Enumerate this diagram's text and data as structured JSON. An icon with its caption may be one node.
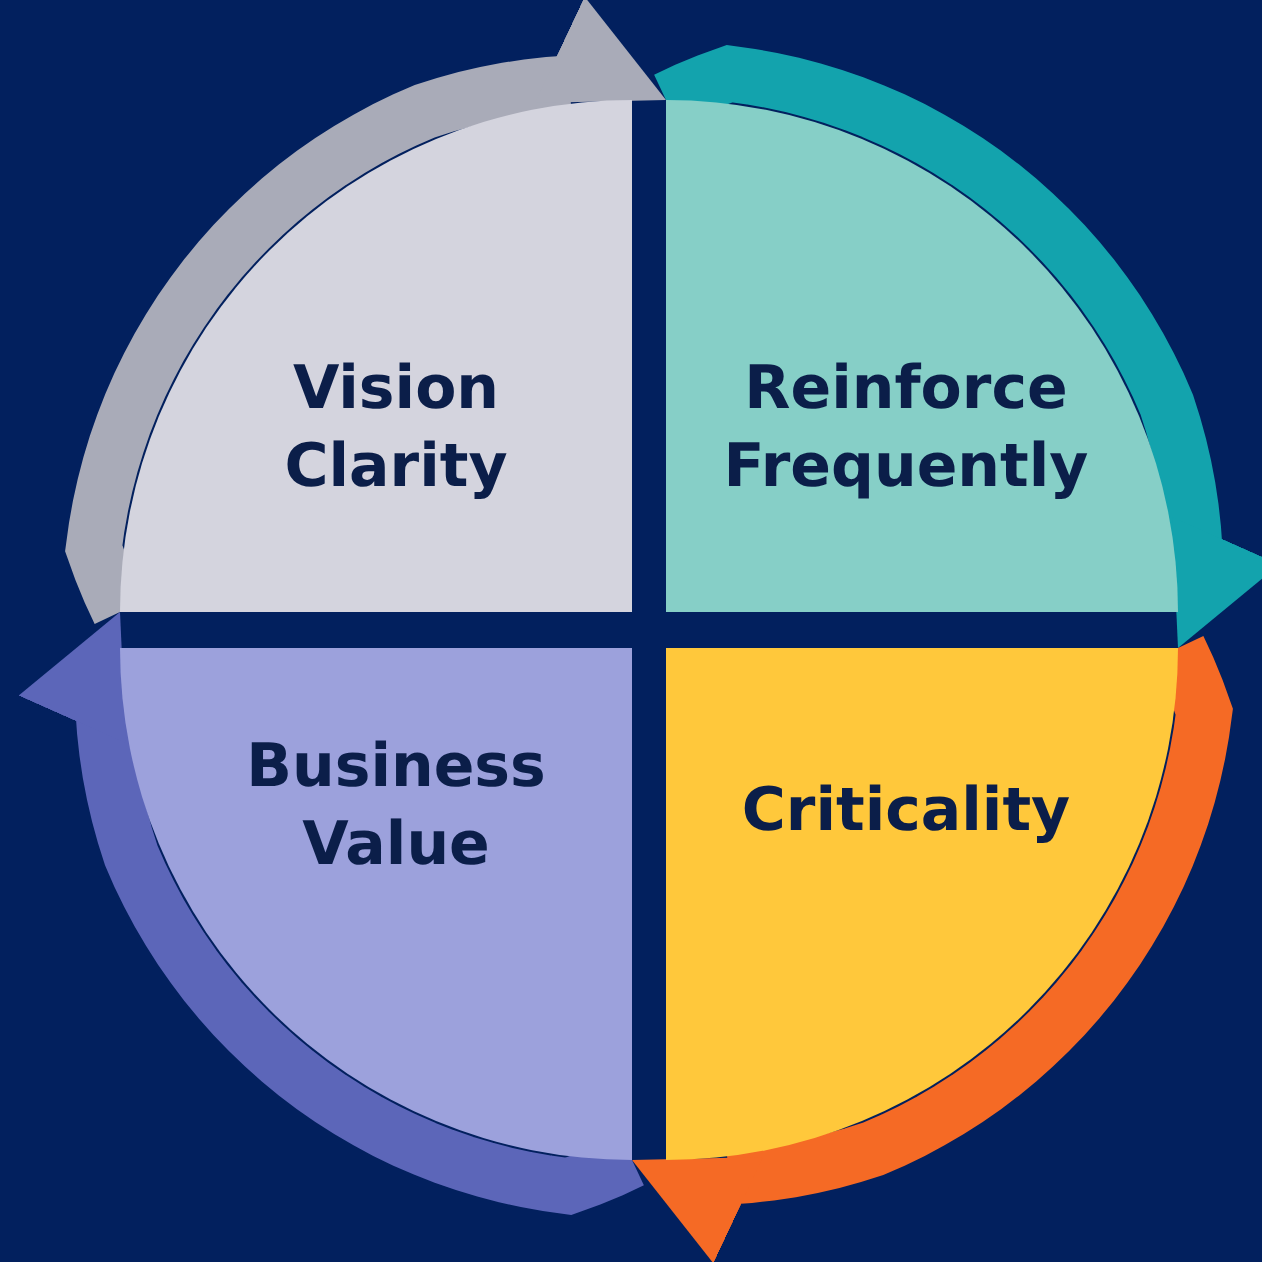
{
  "diagram": {
    "nodes": [
      {
        "text": [
          "Vision Clarity"
        ]
      },
      {
        "text": [
          "Reinforce Frequently"
        ]
      },
      {
        "text": [
          "Criticality"
        ]
      },
      {
        "text": [
          "Business Value"
        ]
      }
    ],
    "edges": [
      {
        "from": 0,
        "to": 1,
        "arrow": "to",
        "color": "#a9abb8"
      },
      {
        "from": 1,
        "to": 2,
        "arrow": "to",
        "color": "#13a3ad"
      },
      {
        "from": 2,
        "to": 3,
        "arrow": "to",
        "color": "#f56a25"
      },
      {
        "from": 3,
        "to": 0,
        "arrow": "to",
        "color": "#5c66b9"
      }
    ]
  }
}
